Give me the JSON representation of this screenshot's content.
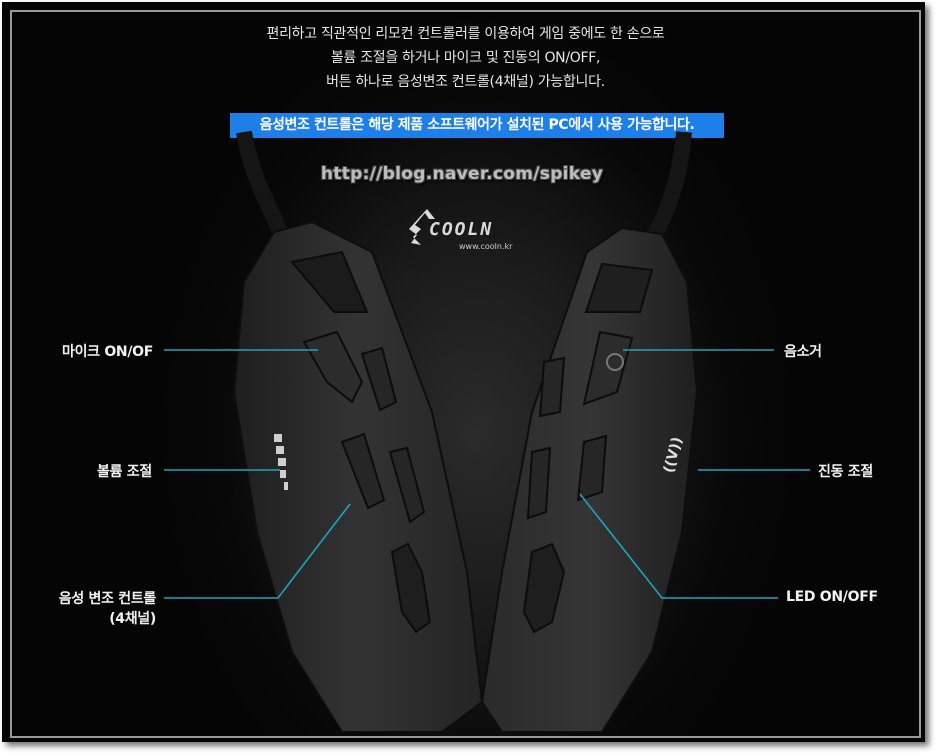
{
  "intro": {
    "lines": [
      "편리하고 직관적인 리모컨 컨트롤러를 이용하여 게임 중에도 한 손으로",
      "볼륨 조절을 하거나 마이크 및 진동의 ON/OFF,",
      "버튼 하나로 음성변조 컨트롤(4채널) 가능합니다."
    ]
  },
  "notice": {
    "text": "음성변조 컨트롤은 해당 제품 소프트웨어가 설치된 PC에서 사용 가능합니다.",
    "background": "#1f7fe8"
  },
  "watermark": "http://blog.naver.com/spikey",
  "logo": {
    "brand": "COOLN",
    "url": "www.cooln.kr"
  },
  "callouts": {
    "line_color": "#1fa3bf",
    "left": [
      {
        "id": "mic",
        "label": "마이크 ON/OF"
      },
      {
        "id": "volume",
        "label": "볼륨 조절"
      },
      {
        "id": "voice",
        "label": "음성 변조 컨트롤",
        "sub": "(4채널)"
      }
    ],
    "right": [
      {
        "id": "mute",
        "label": "음소거"
      },
      {
        "id": "vibration",
        "label": "진동 조절"
      },
      {
        "id": "led",
        "label": "LED ON/OFF"
      }
    ]
  }
}
